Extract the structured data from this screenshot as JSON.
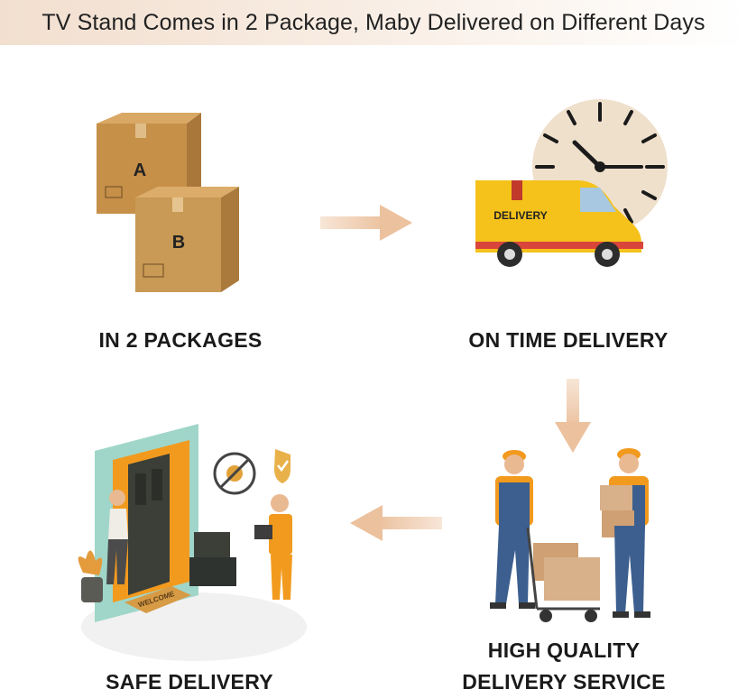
{
  "header": {
    "title": "TV Stand Comes in 2 Package, Maby Delivered on Different Days"
  },
  "steps": [
    {
      "label": "IN 2 PACKAGES",
      "box_a": "A",
      "box_b": "B"
    },
    {
      "label": "ON TIME DELIVERY",
      "van_text": "DELIVERY"
    },
    {
      "label_line1": "HIGH QUALITY",
      "label_line2": "DELIVERY SERVICE"
    },
    {
      "label": "SAFE DELIVERY",
      "mat_text": "WELCOME"
    }
  ],
  "colors": {
    "banner_start": "#f2dfcf",
    "box": "#c9974f",
    "van": "#f5c21b",
    "arrow": "#efc9a8",
    "uniform": "#f29a1e"
  }
}
